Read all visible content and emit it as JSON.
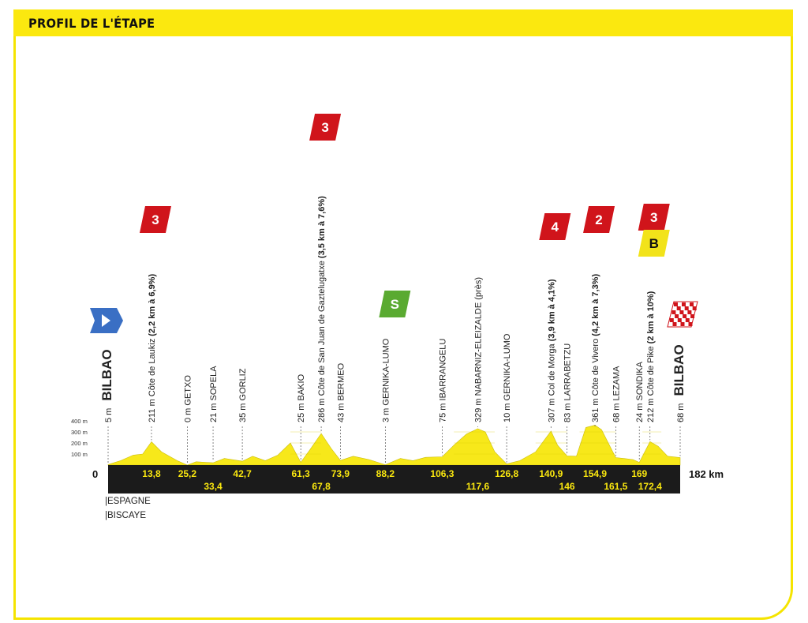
{
  "header": {
    "title": "PROFIL DE L'ÉTAPE"
  },
  "colors": {
    "accent_yellow": "#fbe80f",
    "profile_fill": "#f7e81a",
    "climb_red": "#d0141b",
    "sprint_green": "#5aaa31",
    "start_blue": "#3a6fc4",
    "bar_black": "#1b1b1b"
  },
  "axis": {
    "start_label": "0",
    "end_label": "182 km",
    "elevation_ticks": [
      "400 m",
      "300 m",
      "200 m",
      "100 m"
    ]
  },
  "regions": [
    "|ESPAGNE",
    "|BISCAYE"
  ],
  "waypoints": [
    {
      "km": 0,
      "km_label": "",
      "text": "5 m",
      "place": "BILBAO",
      "bold_place": true
    },
    {
      "km": 13.8,
      "km_label": "13,8",
      "text": "211 m Côte de Laukiz",
      "bold": "(2,2 km à 6,9%)"
    },
    {
      "km": 25.2,
      "km_label": "25,2",
      "text": "0 m GETXO"
    },
    {
      "km": 33.4,
      "km_label": "33,4",
      "text": "21 m SOPELA"
    },
    {
      "km": 42.7,
      "km_label": "42,7",
      "text": "35 m GORLIZ"
    },
    {
      "km": 61.3,
      "km_label": "61,3",
      "text": "25 m BAKIO"
    },
    {
      "km": 67.8,
      "km_label": "67,8",
      "text": "286 m Côte de San Juan de Gaztelugatxe",
      "bold": "(3,5 km à 7,6%)"
    },
    {
      "km": 73.9,
      "km_label": "73,9",
      "text": "43 m BERMEO"
    },
    {
      "km": 88.2,
      "km_label": "88,2",
      "text": "3 m GERNIKA-LUMO"
    },
    {
      "km": 106.3,
      "km_label": "106,3",
      "text": "75 m IBARRANGELU"
    },
    {
      "km": 117.6,
      "km_label": "117,6",
      "text": "329 m NABARNIZ-ELEIZALDE (près)"
    },
    {
      "km": 126.8,
      "km_label": "126,8",
      "text": "10 m GERNIKA-LUMO"
    },
    {
      "km": 140.9,
      "km_label": "140,9",
      "text": "307 m Col de Morga",
      "bold": "(3,9 km à 4,1%)"
    },
    {
      "km": 146,
      "km_label": "146",
      "text": "83 m LARRABETZU"
    },
    {
      "km": 154.9,
      "km_label": "154,9",
      "text": "361 m Côte de Vivero",
      "bold": "(4,2 km à 7,3%)"
    },
    {
      "km": 161.5,
      "km_label": "161,5",
      "text": "68 m LEZAMA"
    },
    {
      "km": 169,
      "km_label": "169",
      "text": "24 m SONDIKA"
    },
    {
      "km": 172.4,
      "km_label": "172,4",
      "text": "212 m Côte de Pike",
      "bold": "(2 km à 10%)"
    },
    {
      "km": 182,
      "km_label": "",
      "text": "68 m",
      "place": "BILBAO",
      "bold_place": true
    }
  ],
  "badges": [
    {
      "type": "start",
      "km": 0,
      "label": ""
    },
    {
      "type": "climb",
      "km": 13.8,
      "label": "3"
    },
    {
      "type": "climb",
      "km": 67.8,
      "label": "3"
    },
    {
      "type": "sprint",
      "km": 88.2,
      "label": "S"
    },
    {
      "type": "climb",
      "km": 140.9,
      "label": "4"
    },
    {
      "type": "climb",
      "km": 154.9,
      "label": "2"
    },
    {
      "type": "climb",
      "km": 172.4,
      "label": "3"
    },
    {
      "type": "bonus",
      "km": 172.4,
      "label": "B"
    },
    {
      "type": "finish",
      "km": 182,
      "label": ""
    }
  ],
  "profile": [
    [
      0,
      5
    ],
    [
      4,
      40
    ],
    [
      8,
      90
    ],
    [
      11,
      100
    ],
    [
      13.8,
      211
    ],
    [
      17,
      120
    ],
    [
      22,
      40
    ],
    [
      25.2,
      0
    ],
    [
      28,
      30
    ],
    [
      33.4,
      21
    ],
    [
      37,
      60
    ],
    [
      42.7,
      35
    ],
    [
      46,
      80
    ],
    [
      50,
      40
    ],
    [
      54,
      90
    ],
    [
      58,
      200
    ],
    [
      61.3,
      25
    ],
    [
      64,
      130
    ],
    [
      67.8,
      286
    ],
    [
      71,
      150
    ],
    [
      73.9,
      43
    ],
    [
      78,
      80
    ],
    [
      83,
      50
    ],
    [
      88.2,
      3
    ],
    [
      93,
      60
    ],
    [
      97,
      40
    ],
    [
      101,
      70
    ],
    [
      106.3,
      75
    ],
    [
      110,
      180
    ],
    [
      114,
      280
    ],
    [
      117.6,
      329
    ],
    [
      120,
      300
    ],
    [
      123,
      120
    ],
    [
      126.8,
      10
    ],
    [
      131,
      40
    ],
    [
      136,
      120
    ],
    [
      140.9,
      307
    ],
    [
      143,
      180
    ],
    [
      146,
      83
    ],
    [
      149,
      80
    ],
    [
      152,
      340
    ],
    [
      154.9,
      361
    ],
    [
      157,
      320
    ],
    [
      161.5,
      68
    ],
    [
      164,
      60
    ],
    [
      167,
      50
    ],
    [
      169,
      24
    ],
    [
      172.4,
      212
    ],
    [
      175,
      170
    ],
    [
      178,
      80
    ],
    [
      182,
      68
    ]
  ]
}
